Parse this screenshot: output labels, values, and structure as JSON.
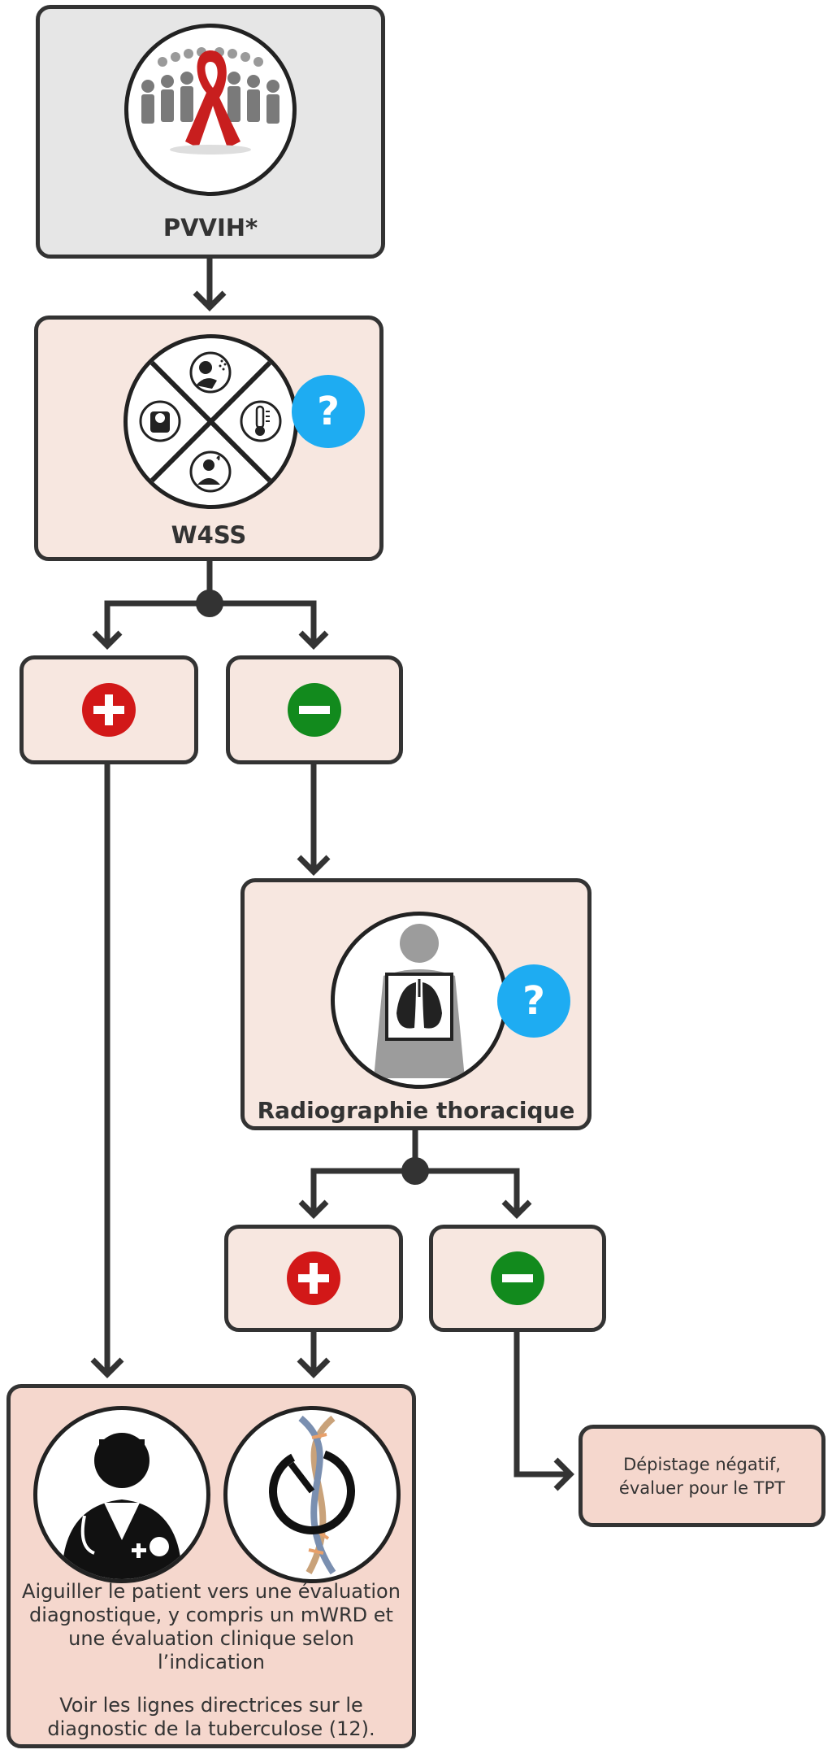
{
  "nodes": {
    "pvvih": {
      "label": "PVVIH*"
    },
    "w4ss": {
      "label": "W4SS",
      "question_mark": "?"
    },
    "w4ss_positive": {
      "sign": "+"
    },
    "w4ss_negative": {
      "sign": "−"
    },
    "cxr": {
      "label": "Radiographie thoracique",
      "question_mark": "?"
    },
    "cxr_positive": {
      "sign": "+"
    },
    "cxr_negative": {
      "sign": "−"
    },
    "referral": {
      "text": "Aiguiller le patient vers une évaluation diagnostique, y compris un mWRD et une évaluation clinique selon l’indication",
      "note": "Voir les lignes directrices sur le diagnostic de la tuberculose (12)."
    },
    "negative_screen": {
      "text": "Dépistage négatif, évaluer pour le TPT"
    }
  },
  "colors": {
    "positive": "#d21818",
    "negative": "#128a1d",
    "question": "#1eacf2",
    "ribbon": "#c81e1e",
    "line": "#333333"
  },
  "icons": [
    "aids-ribbon-people-icon",
    "weight-scale-icon",
    "cough-icon",
    "thermometer-icon",
    "night-sweat-icon",
    "chest-xray-icon",
    "doctor-icon",
    "dna-clock-icon"
  ]
}
